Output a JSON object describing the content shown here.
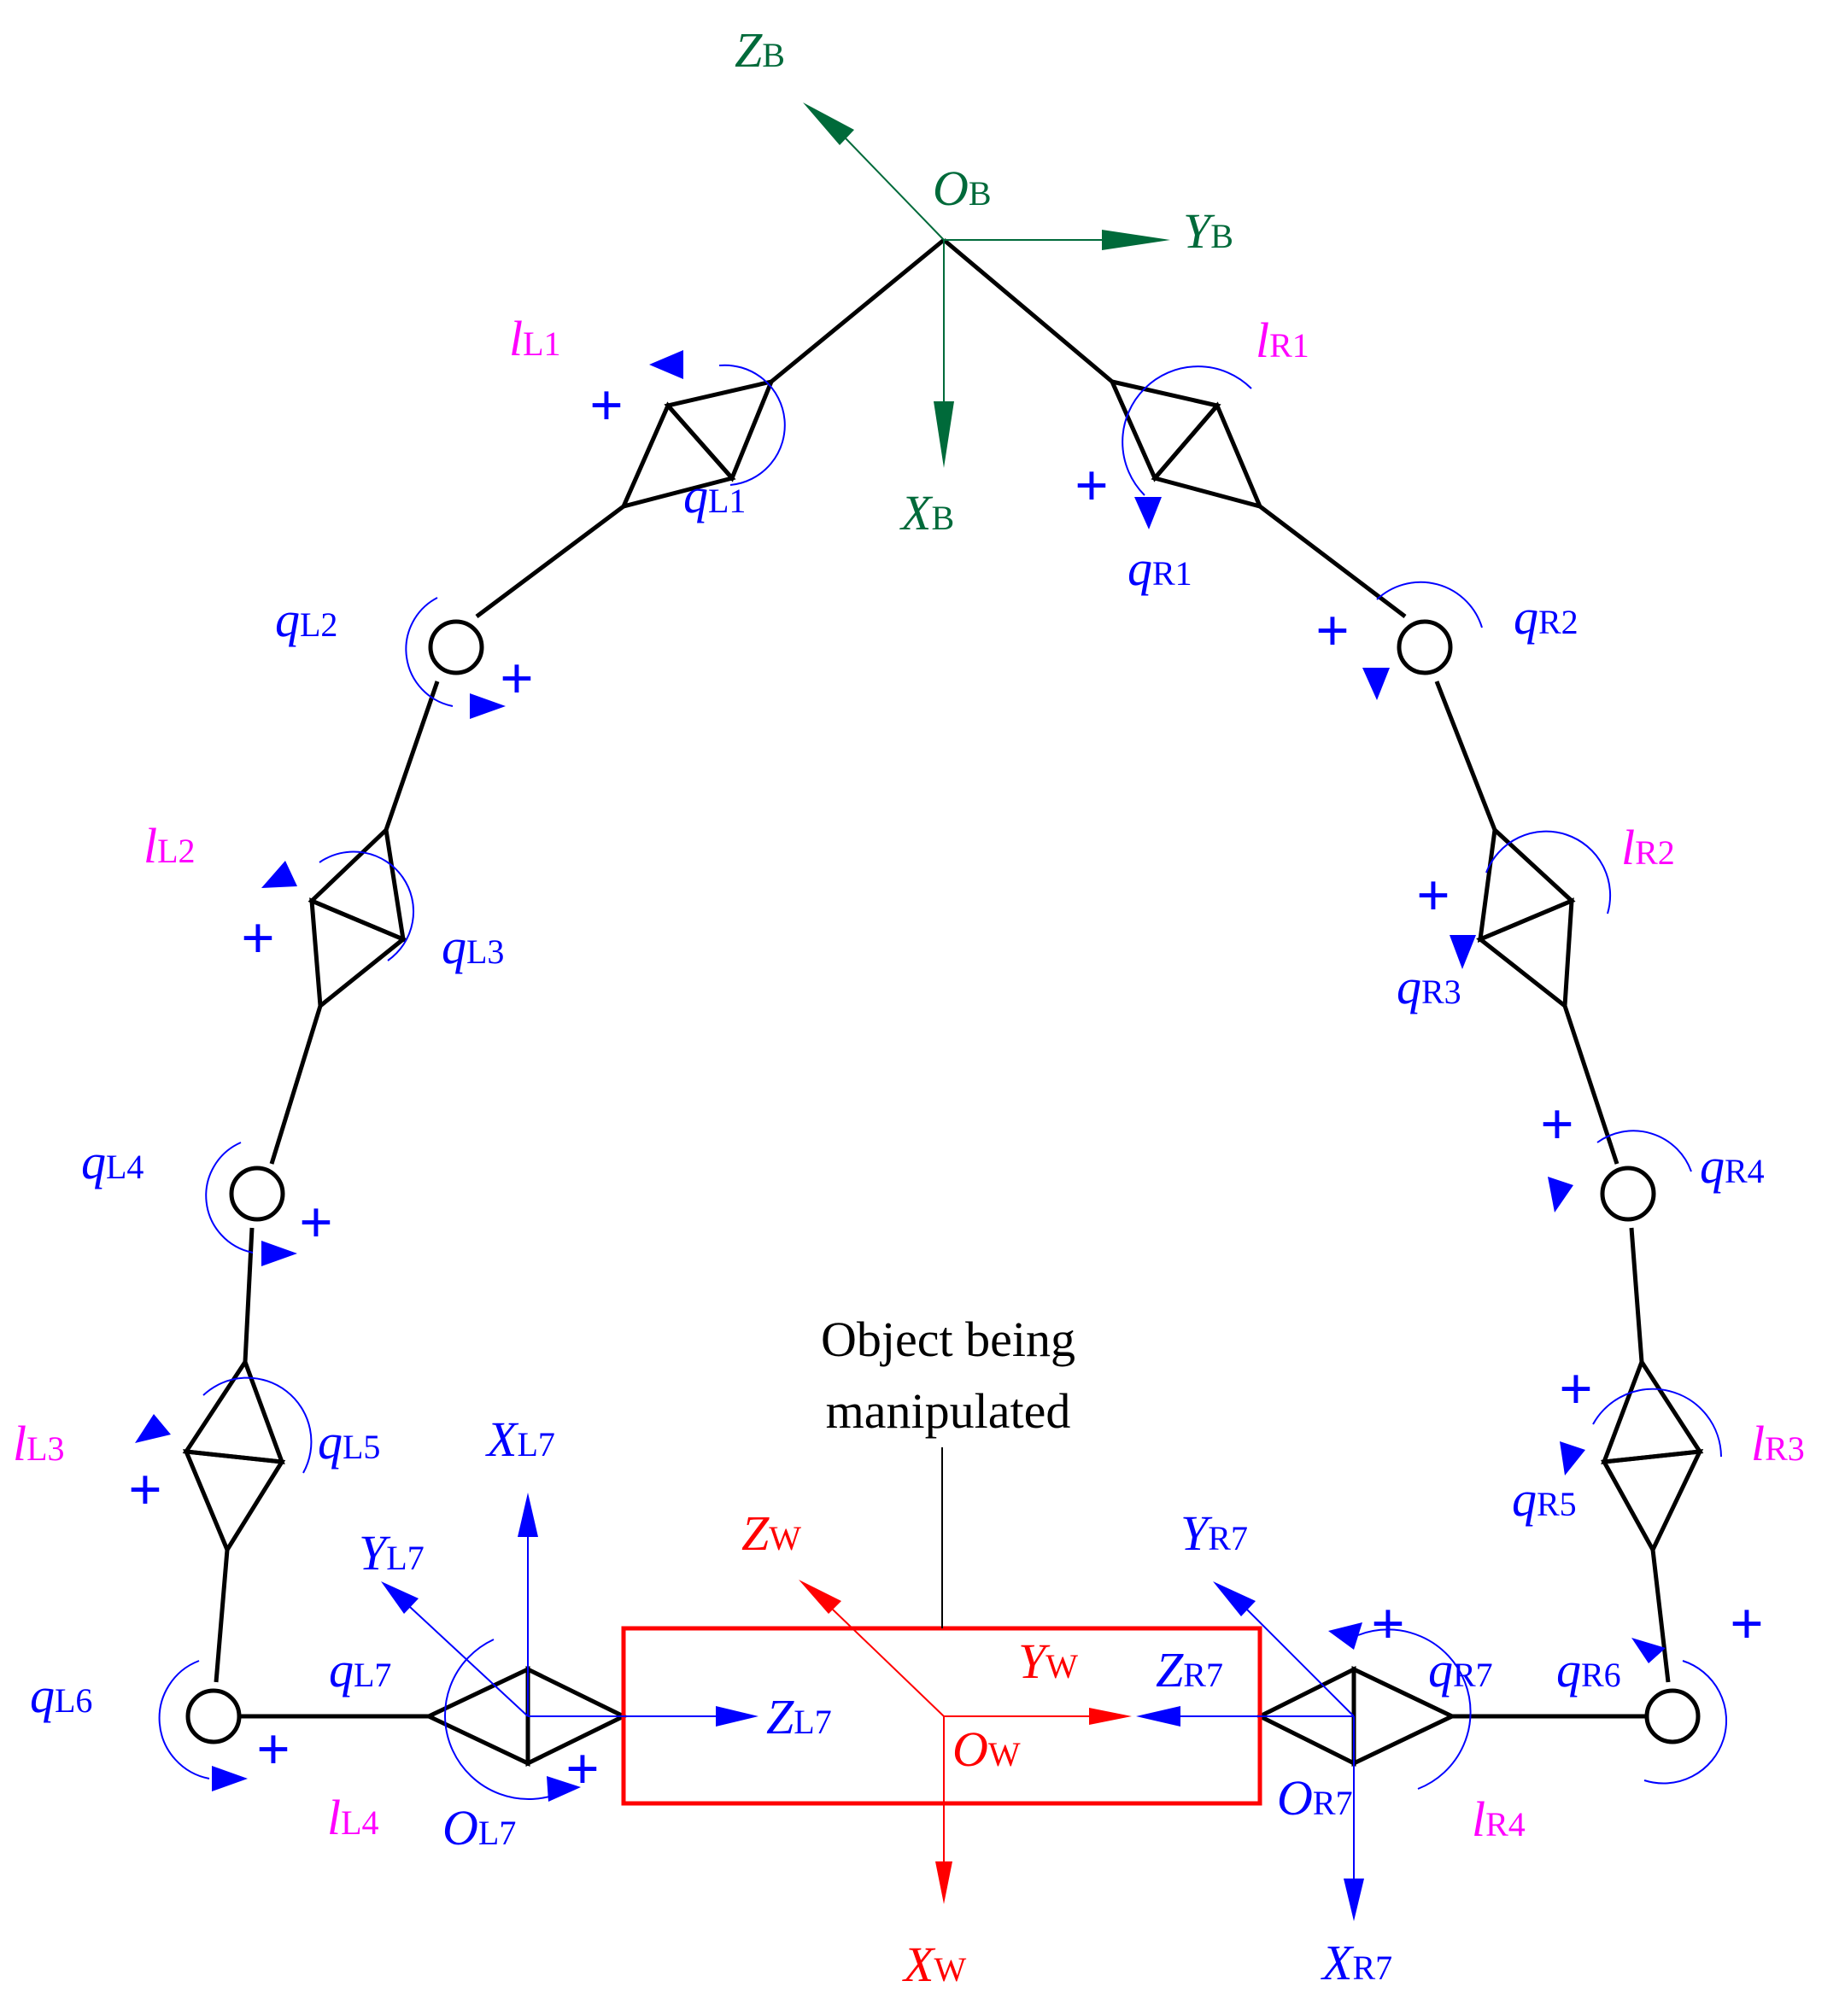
{
  "colors": {
    "structure": "#000000",
    "base_frame": "#006a3a",
    "joint": "#0000ff",
    "link": "#ff00ff",
    "world": "#ff0000"
  },
  "base_frame": {
    "origin": {
      "main": "O",
      "sub": "B"
    },
    "x_axis": {
      "main": "X",
      "sub": "B"
    },
    "y_axis": {
      "main": "Y",
      "sub": "B"
    },
    "z_axis": {
      "main": "Z",
      "sub": "B"
    }
  },
  "left_arm": {
    "links": [
      {
        "main": "l",
        "sub": "L1"
      },
      {
        "main": "l",
        "sub": "L2"
      },
      {
        "main": "l",
        "sub": "L3"
      },
      {
        "main": "l",
        "sub": "L4"
      }
    ],
    "joints": [
      {
        "main": "q",
        "sub": "L1"
      },
      {
        "main": "q",
        "sub": "L2"
      },
      {
        "main": "q",
        "sub": "L3"
      },
      {
        "main": "q",
        "sub": "L4"
      },
      {
        "main": "q",
        "sub": "L5"
      },
      {
        "main": "q",
        "sub": "L6"
      },
      {
        "main": "q",
        "sub": "L7"
      }
    ],
    "end_frame": {
      "origin": {
        "main": "O",
        "sub": "L7"
      },
      "x_axis": {
        "main": "X",
        "sub": "L7"
      },
      "y_axis": {
        "main": "Y",
        "sub": "L7"
      },
      "z_axis": {
        "main": "Z",
        "sub": "L7"
      }
    }
  },
  "right_arm": {
    "links": [
      {
        "main": "l",
        "sub": "R1"
      },
      {
        "main": "l",
        "sub": "R2"
      },
      {
        "main": "l",
        "sub": "R3"
      },
      {
        "main": "l",
        "sub": "R4"
      }
    ],
    "joints": [
      {
        "main": "q",
        "sub": "R1"
      },
      {
        "main": "q",
        "sub": "R2"
      },
      {
        "main": "q",
        "sub": "R3"
      },
      {
        "main": "q",
        "sub": "R4"
      },
      {
        "main": "q",
        "sub": "R5"
      },
      {
        "main": "q",
        "sub": "R6"
      },
      {
        "main": "q",
        "sub": "R7"
      }
    ],
    "end_frame": {
      "origin": {
        "main": "O",
        "sub": "R7"
      },
      "x_axis": {
        "main": "X",
        "sub": "R7"
      },
      "y_axis": {
        "main": "Y",
        "sub": "R7"
      },
      "z_axis": {
        "main": "Z",
        "sub": "R7"
      }
    }
  },
  "world_frame": {
    "origin": {
      "main": "O",
      "sub": "W"
    },
    "x_axis": {
      "main": "X",
      "sub": "W"
    },
    "y_axis": {
      "main": "Y",
      "sub": "W"
    },
    "z_axis": {
      "main": "Z",
      "sub": "W"
    }
  },
  "object": {
    "caption_line1": "Object being",
    "caption_line2": "manipulated"
  },
  "positive_sign": "+"
}
